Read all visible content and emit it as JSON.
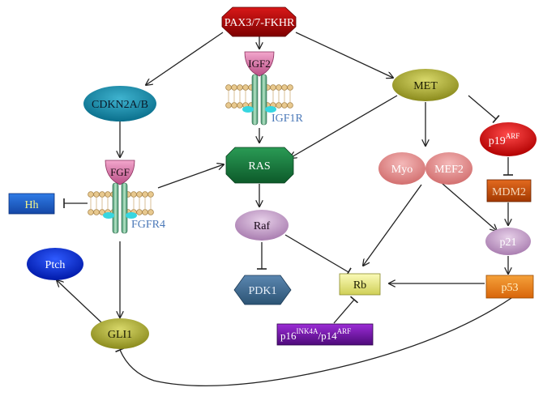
{
  "nodes": {
    "pax": "PAX3/7-FKHR",
    "cdkn": "CDKN2A/B",
    "igf2": "IGF2",
    "igf1r": "IGF1R",
    "met": "MET",
    "fgf": "FGF",
    "fgfr4": "FGFR4",
    "hh": "Hh",
    "ras": "RAS",
    "myo": "Myo",
    "mef2": "MEF2",
    "p19": "p19",
    "p19_sup": "ARF",
    "mdm2": "MDM2",
    "raf": "Raf",
    "p21": "p21",
    "ptch": "Ptch",
    "pdk1": "PDK1",
    "rb": "Rb",
    "p53": "p53",
    "gli1": "GLI1",
    "p16": "p16",
    "p16_sup": "INK4A",
    "p14": "/p14",
    "p14_sup": "ARF"
  },
  "edges": [
    {
      "from": "PAX3/7-FKHR",
      "to": "CDKN2A/B",
      "type": "activation"
    },
    {
      "from": "PAX3/7-FKHR",
      "to": "IGF2",
      "type": "activation"
    },
    {
      "from": "PAX3/7-FKHR",
      "to": "MET",
      "type": "activation"
    },
    {
      "from": "CDKN2A/B",
      "to": "FGF",
      "type": "activation"
    },
    {
      "from": "IGF1R",
      "to": "RAS",
      "type": "activation"
    },
    {
      "from": "MET",
      "to": "RAS",
      "type": "activation"
    },
    {
      "from": "MET",
      "to": "Myo/MEF2",
      "type": "activation"
    },
    {
      "from": "MET",
      "to": "p19ARF",
      "type": "inhibition"
    },
    {
      "from": "FGFR4",
      "to": "RAS",
      "type": "activation"
    },
    {
      "from": "FGFR4",
      "to": "Hh",
      "type": "inhibition"
    },
    {
      "from": "FGFR4",
      "to": "GLI1",
      "type": "activation"
    },
    {
      "from": "RAS",
      "to": "Raf",
      "type": "activation"
    },
    {
      "from": "Raf",
      "to": "PDK1",
      "type": "inhibition"
    },
    {
      "from": "Raf",
      "to": "Rb",
      "type": "inhibition"
    },
    {
      "from": "Myo/MEF2",
      "to": "Rb",
      "type": "activation"
    },
    {
      "from": "Myo/MEF2",
      "to": "p21",
      "type": "activation"
    },
    {
      "from": "p19ARF",
      "to": "MDM2",
      "type": "inhibition"
    },
    {
      "from": "MDM2",
      "to": "p21",
      "type": "activation"
    },
    {
      "from": "p21",
      "to": "p53",
      "type": "activation"
    },
    {
      "from": "p53",
      "to": "Rb",
      "type": "activation"
    },
    {
      "from": "p16INK4A/p14ARF",
      "to": "Rb",
      "type": "inhibition"
    },
    {
      "from": "GLI1",
      "to": "Ptch",
      "type": "activation"
    },
    {
      "from": "p53",
      "to": "GLI1",
      "type": "inhibition"
    }
  ]
}
